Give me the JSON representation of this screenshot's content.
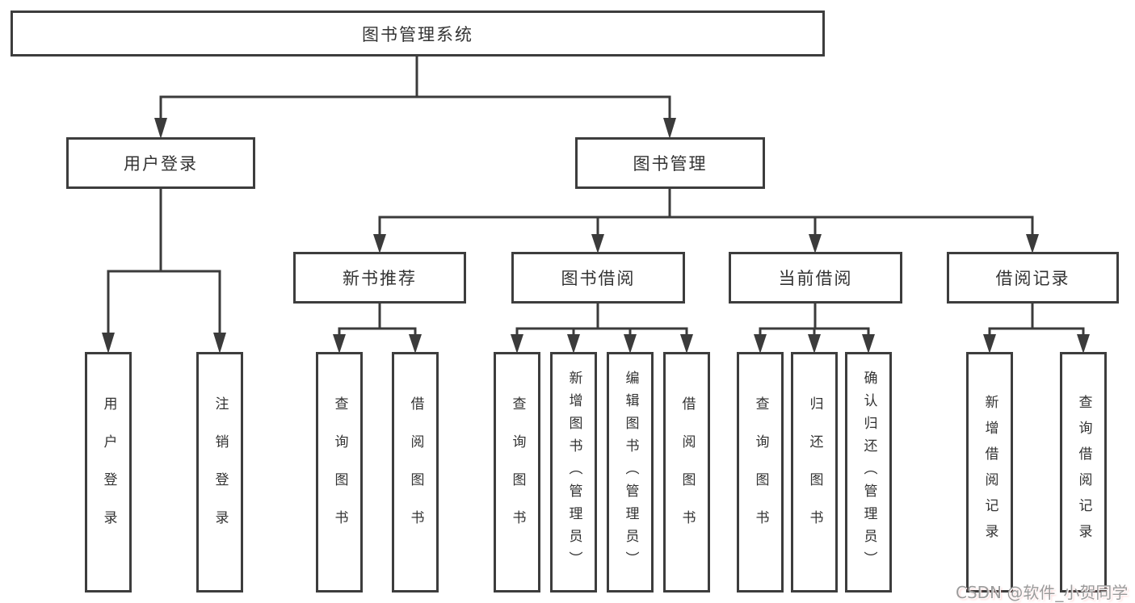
{
  "colors": {
    "line": "#3b3b3b",
    "border": "#3d3d3d",
    "text": "#333333",
    "background": "#ffffff",
    "watermark_text_color": "#9b9b9b"
  },
  "watermark": {
    "text": "CSDN @软件_小贺同学"
  },
  "diagram": {
    "type": "tree",
    "root": {
      "id": "system",
      "label": "图书管理系统"
    },
    "level2": [
      {
        "id": "user-login",
        "label": "用户登录",
        "parent": "system"
      },
      {
        "id": "book-management",
        "label": "图书管理",
        "parent": "system"
      }
    ],
    "level3": [
      {
        "id": "new-book-recommend",
        "label": "新书推荐",
        "parent": "book-management"
      },
      {
        "id": "book-borrowing",
        "label": "图书借阅",
        "parent": "book-management"
      },
      {
        "id": "current-borrowing",
        "label": "当前借阅",
        "parent": "book-management"
      },
      {
        "id": "borrowing-records",
        "label": "借阅记录",
        "parent": "book-management"
      }
    ],
    "leaves": [
      {
        "id": "leaf-user-login",
        "label": "用户登录",
        "parent": "user-login"
      },
      {
        "id": "leaf-logout",
        "label": "注销登录",
        "parent": "user-login"
      },
      {
        "id": "leaf-query-books-recommend",
        "label": "查询图书",
        "parent": "new-book-recommend"
      },
      {
        "id": "leaf-borrow-books-recommend",
        "label": "借阅图书",
        "parent": "new-book-recommend"
      },
      {
        "id": "leaf-query-books-borrowing",
        "label": "查询图书",
        "parent": "book-borrowing"
      },
      {
        "id": "leaf-add-books-admin",
        "label": "新增图书（管理员）",
        "parent": "book-borrowing"
      },
      {
        "id": "leaf-edit-books-admin",
        "label": "编辑图书（管理员）",
        "parent": "book-borrowing"
      },
      {
        "id": "leaf-borrow-books-borrowing",
        "label": "借阅图书",
        "parent": "book-borrowing"
      },
      {
        "id": "leaf-query-books-current",
        "label": "查询图书",
        "parent": "current-borrowing"
      },
      {
        "id": "leaf-return-books",
        "label": "归还图书",
        "parent": "current-borrowing"
      },
      {
        "id": "leaf-confirm-return-admin",
        "label": "确认归还（管理员）",
        "parent": "current-borrowing"
      },
      {
        "id": "leaf-add-borrow-record",
        "label": "新增借阅记录",
        "parent": "borrowing-records"
      },
      {
        "id": "leaf-query-borrow-record",
        "label": "查询借阅记录",
        "parent": "borrowing-records"
      }
    ]
  }
}
